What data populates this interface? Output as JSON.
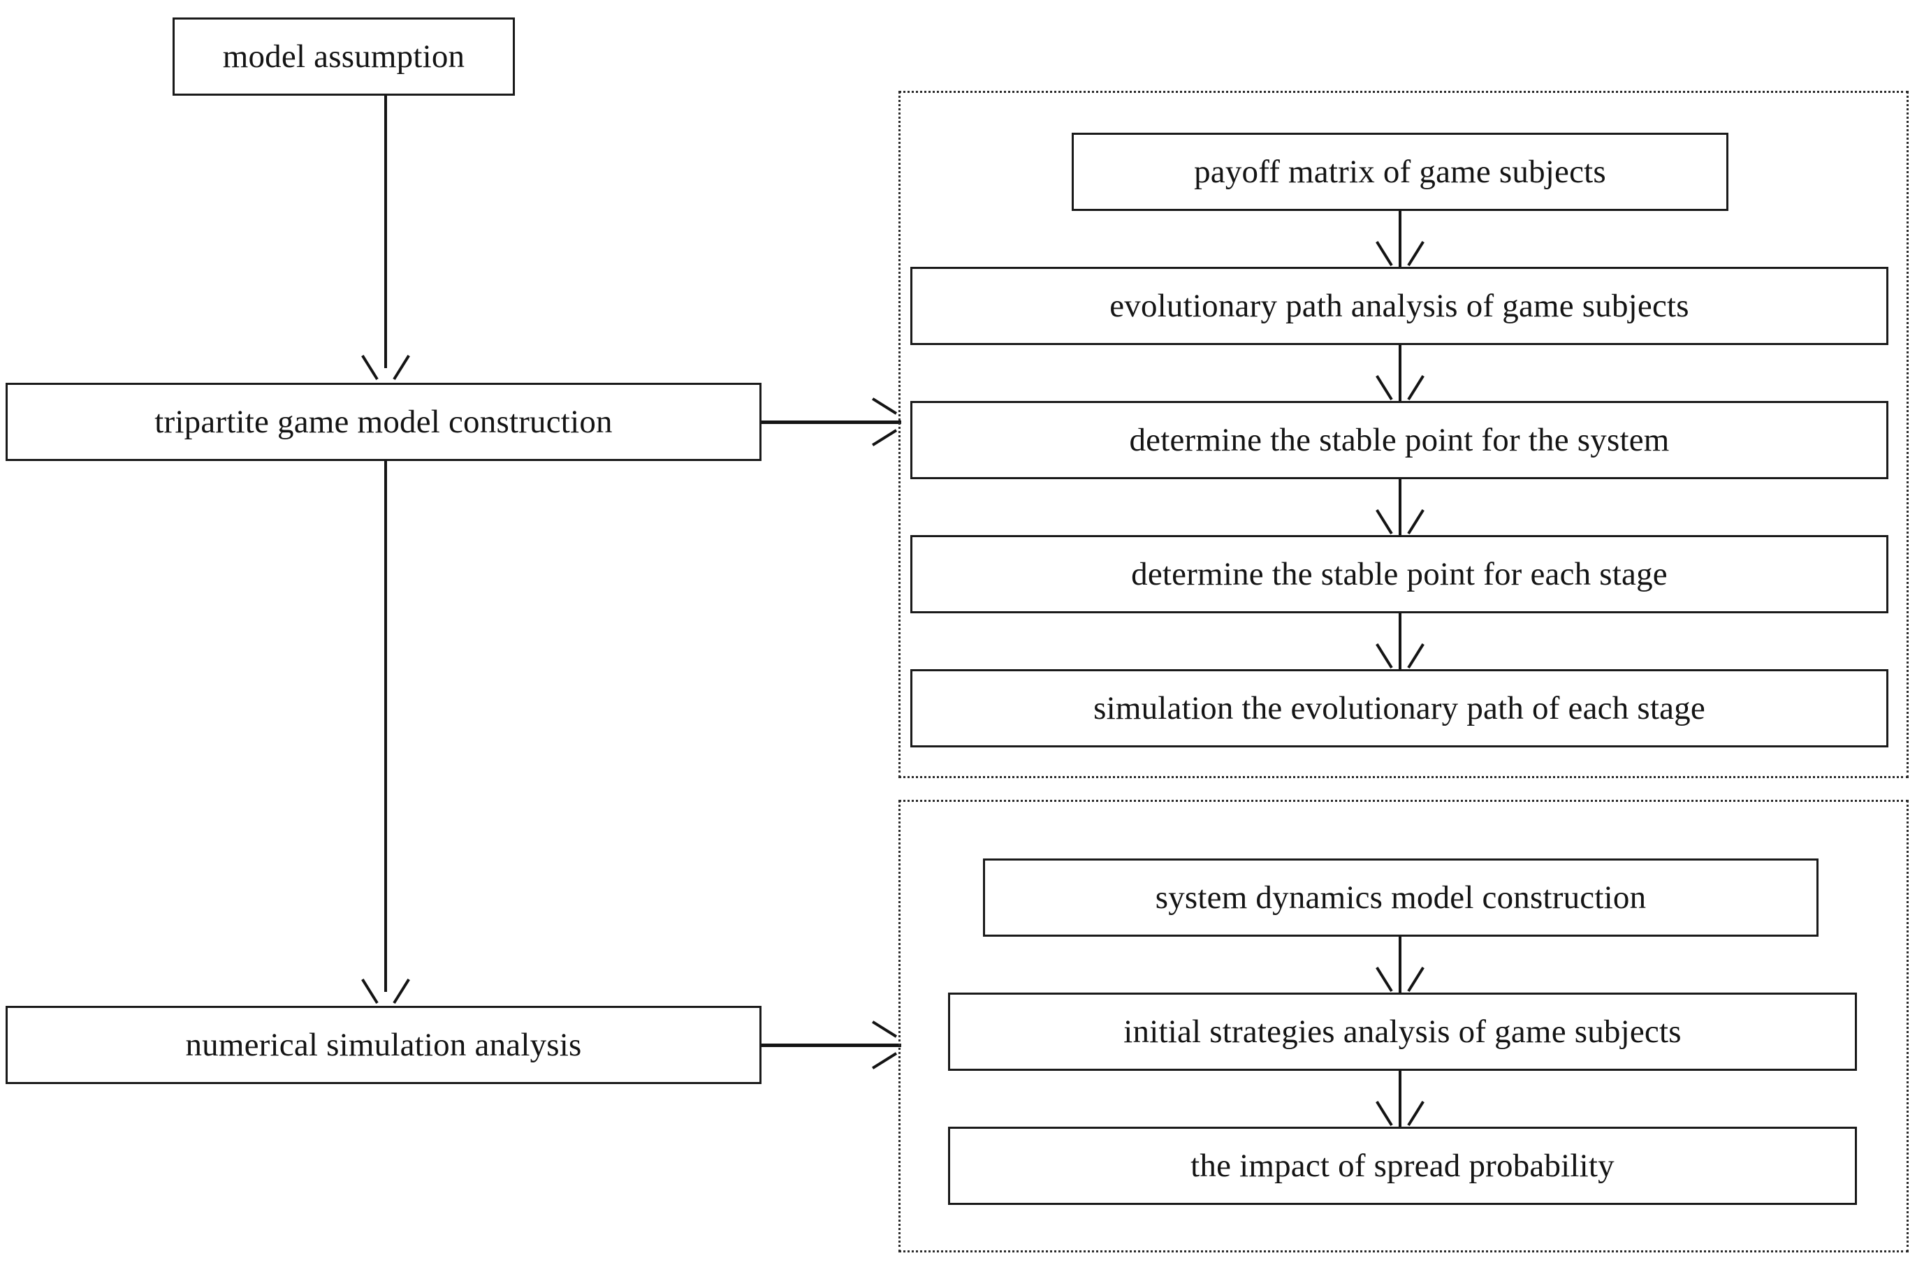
{
  "figure": {
    "type": "flowchart",
    "orientation": "left-to-right with two grouped sub-process panels",
    "background_color": "#ffffff",
    "line_color": "#141414",
    "box_border_color": "#1a1a1a",
    "panel_border_style": "dotted"
  },
  "main_flow": {
    "nodes": [
      {
        "id": "model-assumption",
        "label": "model assumption"
      },
      {
        "id": "tripartite-game-model-construction",
        "label": "tripartite game model construction"
      },
      {
        "id": "numerical-simulation-analysis",
        "label": "numerical simulation analysis"
      }
    ]
  },
  "panels": [
    {
      "id": "game-model-panel",
      "linked_from": "tripartite game model construction",
      "nodes": [
        {
          "id": "payoff-matrix-of-game-subjects",
          "label": "payoff matrix of game subjects"
        },
        {
          "id": "evolutionary-path-analysis-of-game-subjects",
          "label": "evolutionary path analysis of game subjects"
        },
        {
          "id": "determine-the-stable-point-for-the-system",
          "label": "determine the stable point for the system"
        },
        {
          "id": "determine-the-stable-point-for-each-stage",
          "label": "determine the stable point for each stage"
        },
        {
          "id": "simulation-the-evolutionary-path-of-each-stage",
          "label": "simulation the evolutionary path of each stage"
        }
      ]
    },
    {
      "id": "simulation-panel",
      "linked_from": "numerical simulation analysis",
      "nodes": [
        {
          "id": "system-dynamics-model-construction",
          "label": "system dynamics model construction"
        },
        {
          "id": "initial-strategies-analysis-of-game-subjects",
          "label": "initial strategies analysis of game subjects"
        },
        {
          "id": "the-impact-of-spread-probability",
          "label": "the impact of spread probability"
        }
      ]
    }
  ],
  "edges": [
    {
      "from": "model assumption",
      "to": "tripartite game model construction",
      "direction": "down"
    },
    {
      "from": "tripartite game model construction",
      "to": "numerical simulation analysis",
      "direction": "down"
    },
    {
      "from": "tripartite game model construction",
      "to": "game-model-panel",
      "direction": "right"
    },
    {
      "from": "numerical simulation analysis",
      "to": "simulation-panel",
      "direction": "right"
    },
    {
      "from": "payoff matrix of game subjects",
      "to": "evolutionary path analysis of game subjects",
      "direction": "down"
    },
    {
      "from": "evolutionary path analysis of game subjects",
      "to": "determine the stable point for the system",
      "direction": "down"
    },
    {
      "from": "determine the stable point for the system",
      "to": "determine the stable point for each stage",
      "direction": "down"
    },
    {
      "from": "determine the stable point for each stage",
      "to": "simulation the evolutionary path of each stage",
      "direction": "down"
    },
    {
      "from": "system dynamics model construction",
      "to": "initial strategies analysis of game subjects",
      "direction": "down"
    },
    {
      "from": "initial strategies analysis of game subjects",
      "to": "the impact of spread probability",
      "direction": "down"
    }
  ]
}
